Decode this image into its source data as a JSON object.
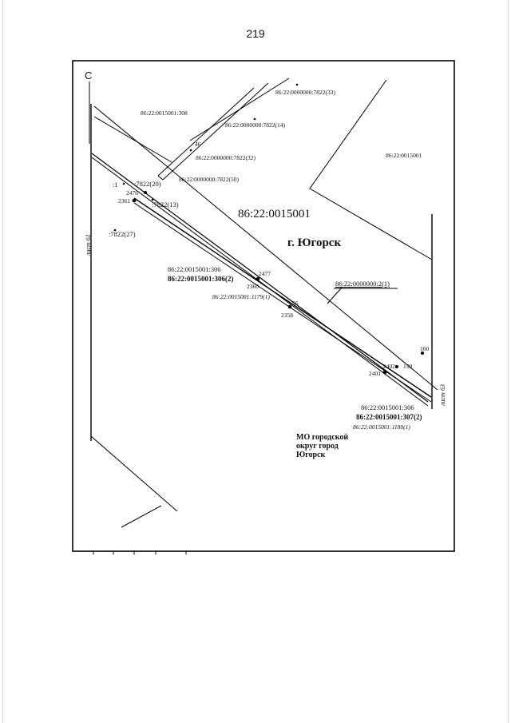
{
  "page": {
    "number": "219"
  },
  "north_marker": "С",
  "sheet_labels": {
    "left": "лист 61",
    "right": "лист 63"
  },
  "city_label": "г. Югорск",
  "main_quarter": "86:22:0015001",
  "parcels": {
    "top_right": "86:22:0000000:7822(33)",
    "p14": "86:22:0000000:7822(14)",
    "p308": "86:22:0015001:308",
    "p32": "86:22:0000000:7822(32)",
    "p50": "86:22:0000000:7822(50)",
    "quarter_right": "86:22:0015001",
    "p20": ":7822(20)",
    "p13": ":7822(13)",
    "p27": ":7822(27)",
    "colon1": ":1",
    "mid_306": "86:22:0015001:306",
    "mid_306_2": "86:22:0015001:306(2)",
    "mid_1179": "86:22:0015001:1179(1)",
    "road_2_1": "86:22:0000000:2(1)",
    "low_306": "86:22:0015001:306",
    "low_307_2": "86:22:0015001:307(2)",
    "low_1180": "86:22:0015001:1180(1)"
  },
  "points": {
    "p46": "46",
    "p2476": "2476",
    "p2361": "2361",
    "p2477": "2477",
    "p2360": "2360",
    "p56": "56",
    "p2358": "2358",
    "p160": "160",
    "p2402": "2402",
    "p159": "159",
    "p2401": "2401"
  },
  "municipality": [
    "МО городской",
    "округ город",
    "Югорск"
  ]
}
